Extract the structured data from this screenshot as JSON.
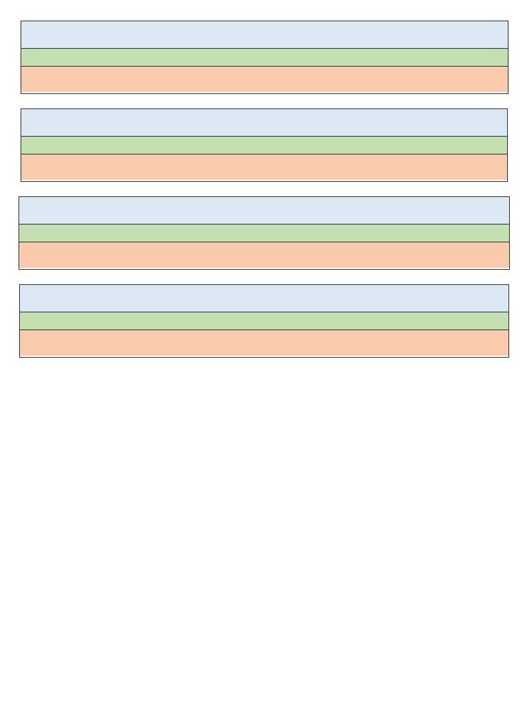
{
  "colors": {
    "top_band": "#dde8f5",
    "middle_band": "#c5e0b0",
    "bottom_band": "#f8cbac",
    "border": "#2b2b2b",
    "background": "#ffffff"
  },
  "blocks": [
    {
      "bands": [
        "top_band",
        "middle_band",
        "bottom_band"
      ]
    },
    {
      "bands": [
        "top_band",
        "middle_band",
        "bottom_band"
      ]
    },
    {
      "bands": [
        "top_band",
        "middle_band",
        "bottom_band"
      ]
    },
    {
      "bands": [
        "top_band",
        "middle_band",
        "bottom_band"
      ]
    }
  ]
}
